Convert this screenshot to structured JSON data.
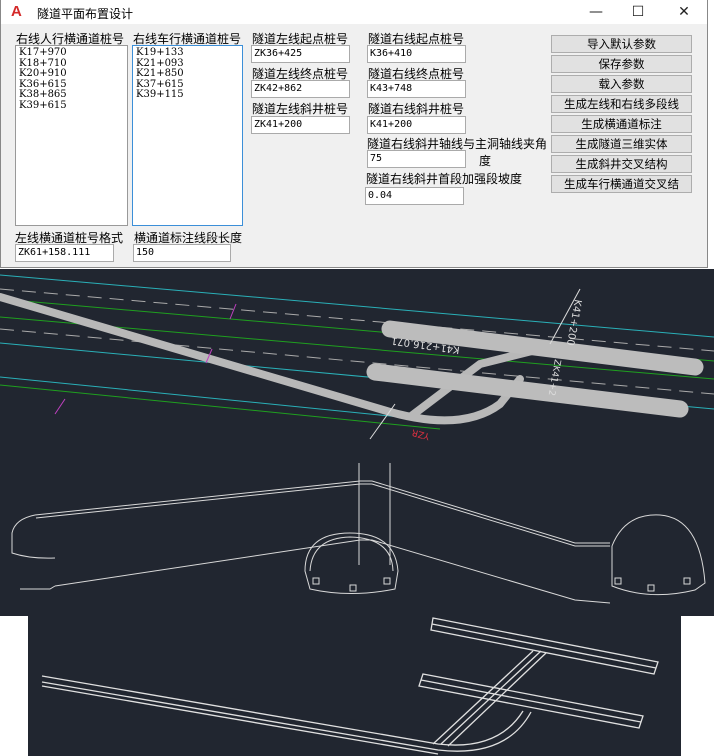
{
  "window": {
    "title": "隧道平面布置设计",
    "logo": "A",
    "minimize": "—",
    "maximize": "☐",
    "close": "✕"
  },
  "lists": {
    "ped": {
      "label": "右线人行横通道桩号",
      "items": [
        "K17+970",
        "K18+710",
        "K20+910",
        "K36+615",
        "K38+865",
        "K39+615"
      ]
    },
    "veh": {
      "label": "右线车行横通道桩号",
      "items": [
        "K19+133",
        "K21+093",
        "K21+850",
        "K37+615",
        "K39+115"
      ]
    }
  },
  "format": {
    "label": "左线横通道桩号格式",
    "value": "ZK61+158.111"
  },
  "annot_len": {
    "label": "横通道标注线段长度",
    "value": "150"
  },
  "left": {
    "start_label": "隧道左线起点桩号",
    "start": "ZK36+425",
    "end_label": "隧道左线终点桩号",
    "end": "ZK42+862",
    "shaft_label": "隧道左线斜井桩号",
    "shaft": "ZK41+200"
  },
  "right": {
    "start_label": "隧道右线起点桩号",
    "start": "K36+410",
    "end_label": "隧道右线终点桩号",
    "end": "K43+748",
    "shaft_label": "隧道右线斜井桩号",
    "shaft": "K41+200",
    "angle_label": "隧道右线斜井轴线与主洞轴线夹角",
    "angle": "75",
    "angle_unit": "度",
    "slope_label": "隧道右线斜井首段加强段坡度",
    "slope": "0.04"
  },
  "buttons": [
    "导入默认参数",
    "保存参数",
    "载入参数",
    "生成左线和右线多段线",
    "生成横通道标注",
    "生成隧道三维实体",
    "生成斜井交叉结构",
    "生成车行横通道交叉结"
  ],
  "cad": {
    "label1": "K41+200",
    "label2": "K41+216.071",
    "label3": "ZK41+2",
    "label4": "YZR"
  }
}
